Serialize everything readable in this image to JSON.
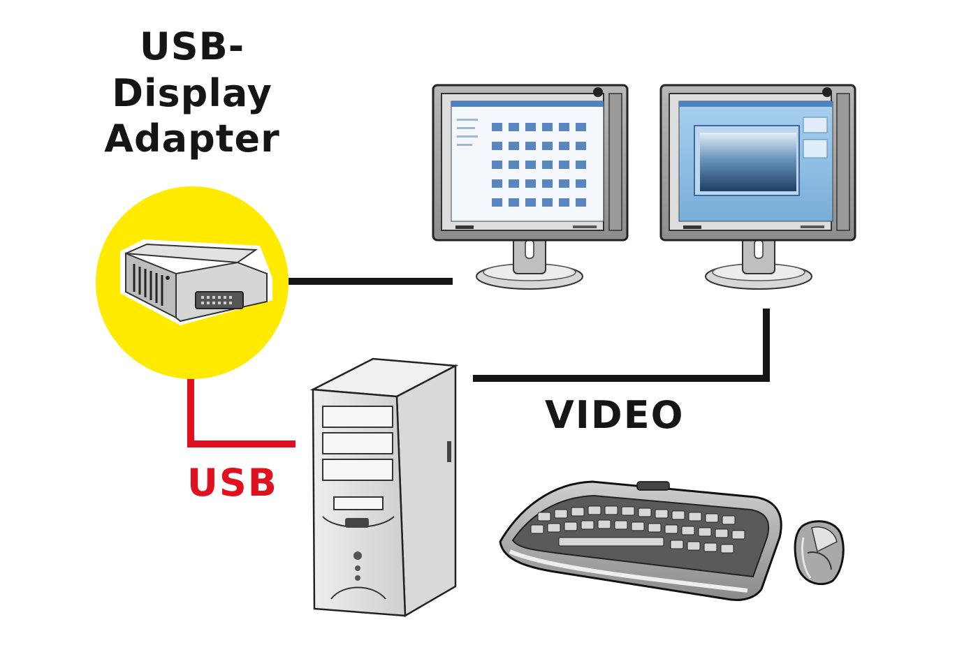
{
  "title": {
    "line1": "USB-",
    "line2": "Display",
    "line3": "Adapter"
  },
  "labels": {
    "usb": "USB",
    "video": "VIDEO"
  },
  "colors": {
    "highlight": "#ffea00",
    "usb_cable": "#e0101e",
    "video_cable": "#151515",
    "screen_blue": "#8fc0e4"
  },
  "icons": [
    "usb-display-adapter-icon",
    "monitor-left-icon",
    "monitor-right-icon",
    "pc-tower-icon",
    "keyboard-icon",
    "mouse-icon"
  ]
}
